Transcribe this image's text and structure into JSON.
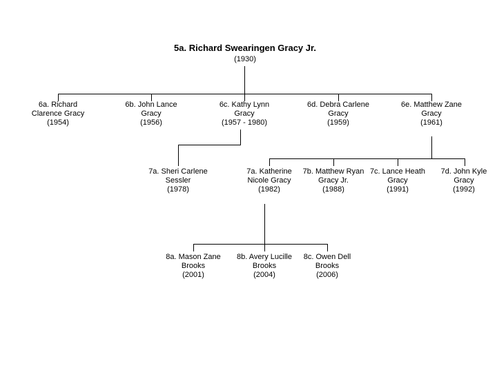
{
  "diagram": {
    "type": "family-tree",
    "title": "5a. Richard Swearingen Gracy Jr.",
    "root": {
      "id": "5a",
      "name": "5a. Richard Swearingen Gracy Jr.",
      "year": "(1930)"
    },
    "generation6": [
      {
        "id": "6a",
        "line1": "6a. Richard",
        "line2": "Clarence Gracy",
        "line3": "",
        "year": "(1954)"
      },
      {
        "id": "6b",
        "line1": "6b. John Lance",
        "line2": "Gracy",
        "line3": "",
        "year": "(1956)"
      },
      {
        "id": "6c",
        "line1": "6c. Kathy Lynn",
        "line2": "Gracy",
        "line3": "",
        "year": "(1957 - 1980)"
      },
      {
        "id": "6d",
        "line1": "6d. Debra Carlene",
        "line2": "Gracy",
        "line3": "",
        "year": "(1959)"
      },
      {
        "id": "6e",
        "line1": "6e. Matthew Zane",
        "line2": "Gracy",
        "line3": "",
        "year": "(1961)"
      }
    ],
    "generation7": [
      {
        "id": "7a-sessler",
        "line1": "7a. Sheri Carlene",
        "line2": "Sessler",
        "year": "(1978)"
      },
      {
        "id": "7a-gracy",
        "line1": "7a. Katherine",
        "line2": "Nicole Gracy",
        "year": "(1982)"
      },
      {
        "id": "7b",
        "line1": "7b. Matthew Ryan",
        "line2": "Gracy Jr.",
        "year": "(1988)"
      },
      {
        "id": "7c",
        "line1": "7c. Lance Heath",
        "line2": "Gracy",
        "year": "(1991)"
      },
      {
        "id": "7d",
        "line1": "7d. John Kyle",
        "line2": "Gracy",
        "year": "(1992)"
      }
    ],
    "generation8": [
      {
        "id": "8a",
        "line1": "8a. Mason Zane",
        "line2": "Brooks",
        "year": "(2001)"
      },
      {
        "id": "8b",
        "line1": "8b. Avery Lucille",
        "line2": "Brooks",
        "year": "(2004)"
      },
      {
        "id": "8c",
        "line1": "8c. Owen Dell",
        "line2": "Brooks",
        "year": "(2006)"
      }
    ],
    "colors": {
      "background": "#ffffff",
      "text": "#000000",
      "line": "#000000"
    }
  }
}
